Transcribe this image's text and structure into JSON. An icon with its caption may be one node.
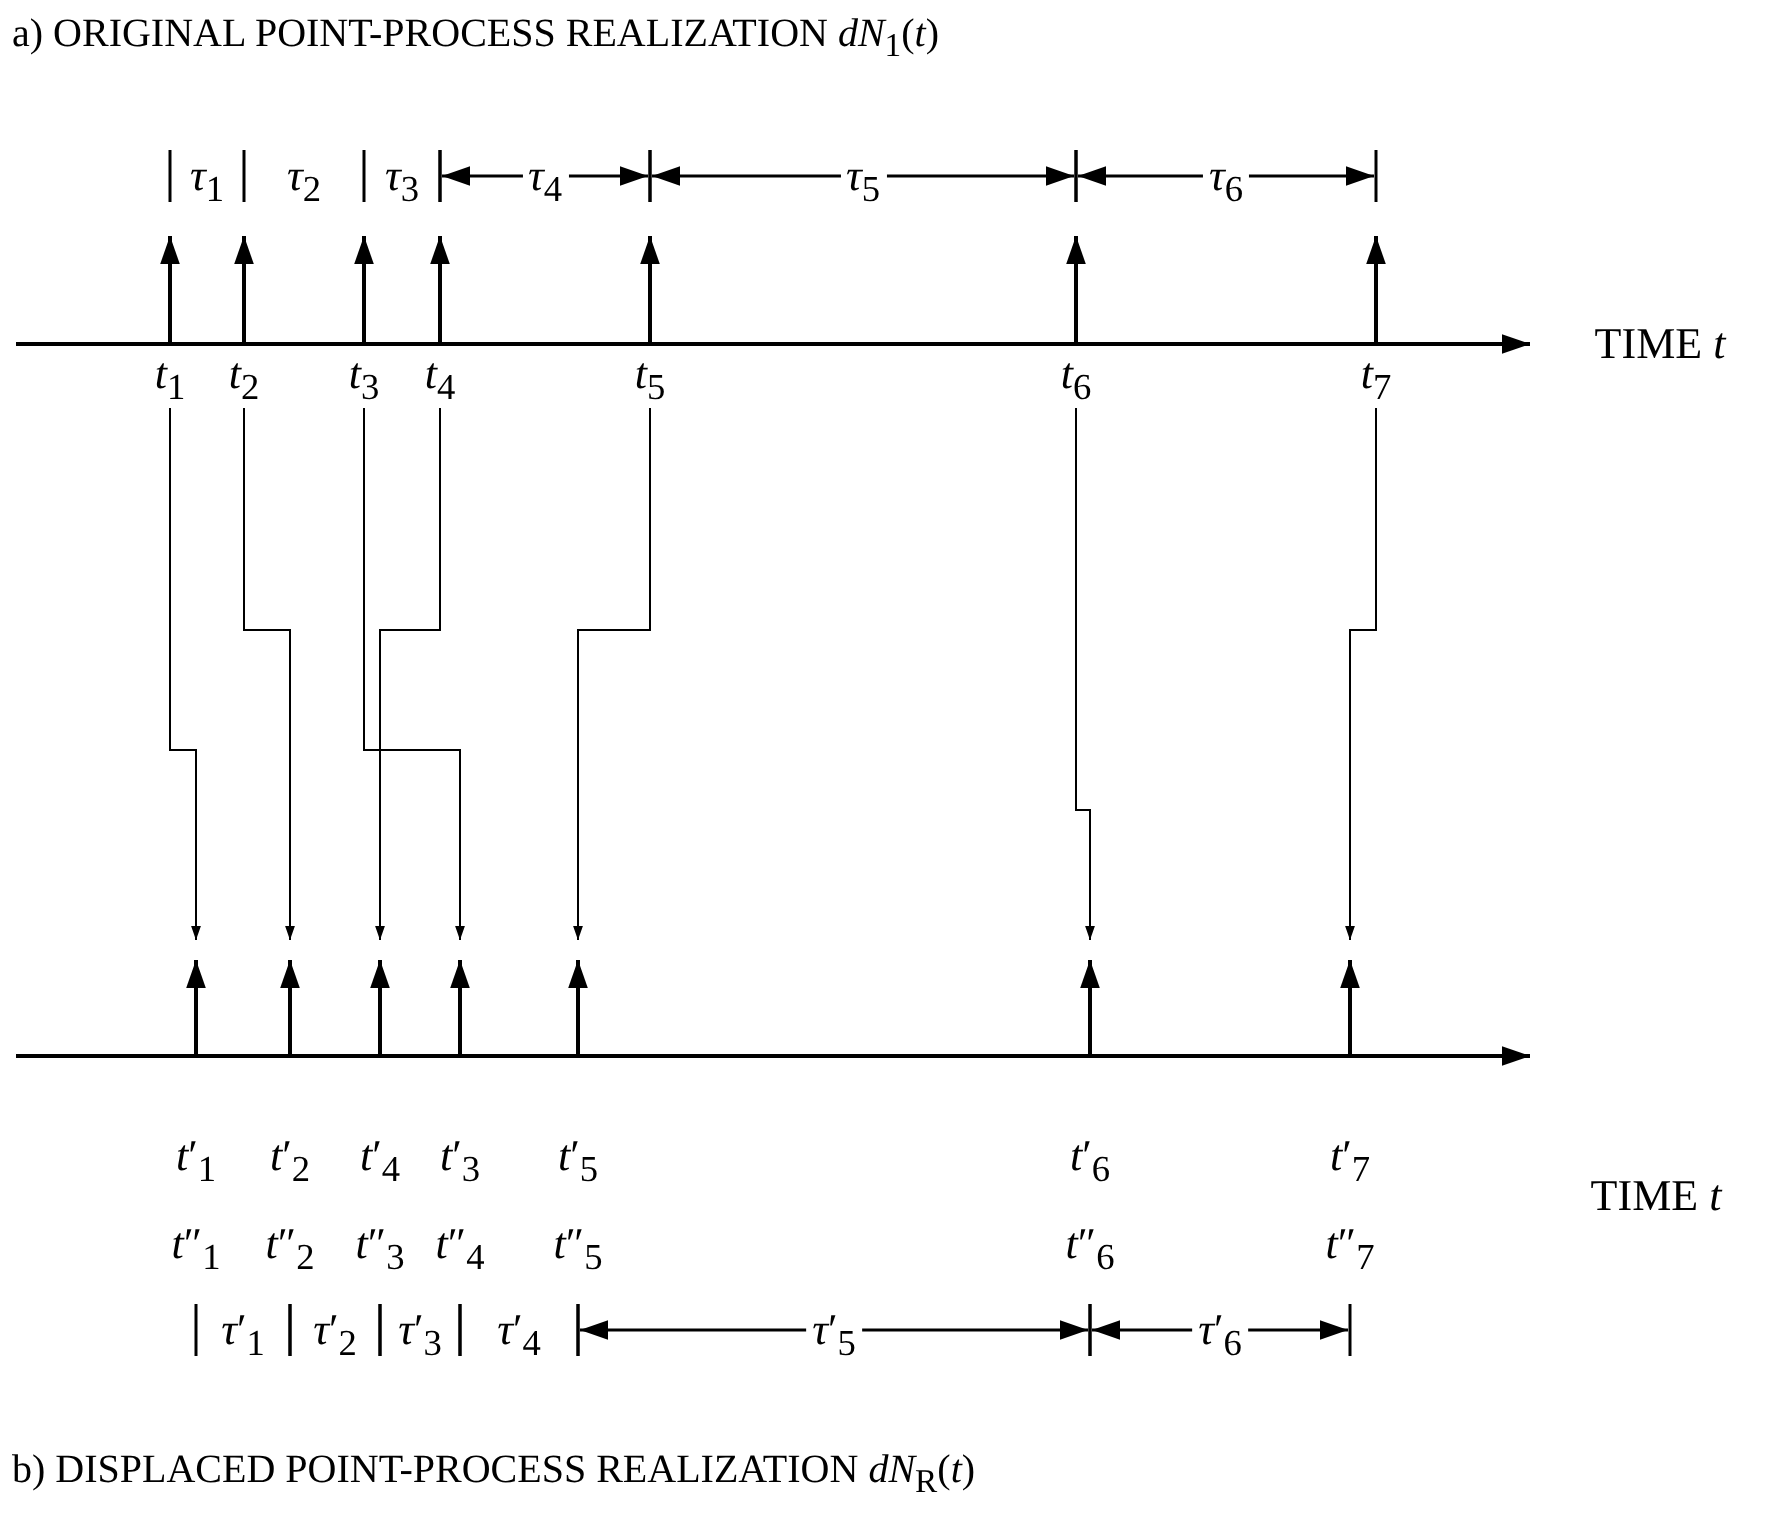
{
  "diagram": {
    "title": "a) ORIGINAL POINT-PROCESS REALIZATION *dN*$_{1}$(*t*)",
    "caption": "b) DISPLACED POINT-PROCESS REALIZATION *dN*$_{R}$(*t*)",
    "nodes": [
      {
        "text": [
          "*t*$_{1}$"
        ]
      },
      {
        "text": [
          "*t*$_{2}$"
        ]
      },
      {
        "text": [
          "*t*$_{3}$"
        ]
      },
      {
        "text": [
          "*t*$_{4}$"
        ]
      },
      {
        "text": [
          "*t*$_{5}$"
        ]
      },
      {
        "text": [
          "*t*$_{6}$"
        ]
      },
      {
        "text": [
          "*t*$_{7}$"
        ]
      },
      {
        "text": [
          "*t*′$_{1}$",
          "*t*″$_{1}$"
        ]
      },
      {
        "text": [
          "*t*′$_{2}$",
          "*t*″$_{2}$"
        ]
      },
      {
        "text": [
          "*t*′$_{4}$",
          "*t*″$_{3}$"
        ]
      },
      {
        "text": [
          "*t*′$_{3}$",
          "*t*″$_{4}$"
        ]
      },
      {
        "text": [
          "*t*′$_{5}$",
          "*t*″$_{5}$"
        ]
      },
      {
        "text": [
          "*t*′$_{6}$",
          "*t*″$_{6}$"
        ]
      },
      {
        "text": [
          "*t*′$_{7}$",
          "*t*″$_{7}$"
        ]
      }
    ],
    "edges": [
      {
        "from": 0,
        "to": 7,
        "arrow": "to"
      },
      {
        "from": 1,
        "to": 8,
        "arrow": "to"
      },
      {
        "from": 2,
        "to": 10,
        "arrow": "to"
      },
      {
        "from": 3,
        "to": 9,
        "arrow": "to"
      },
      {
        "from": 4,
        "to": 11,
        "arrow": "to"
      },
      {
        "from": 5,
        "to": 12,
        "arrow": "to"
      },
      {
        "from": 6,
        "to": 13,
        "arrow": "to"
      }
    ],
    "labels": [
      "*τ*$_{1}$",
      "*τ*$_{2}$",
      "*τ*$_{3}$",
      "*τ*$_{4}$",
      "*τ*$_{5}$",
      "*τ*$_{6}$",
      "TIME *t*",
      "TIME *t*",
      "*τ*′$_{1}$",
      "*τ*′$_{2}$",
      "*τ*′$_{3}$",
      "*τ*′$_{4}$",
      "*τ*′$_{5}$",
      "*τ*′$_{6}$"
    ]
  }
}
